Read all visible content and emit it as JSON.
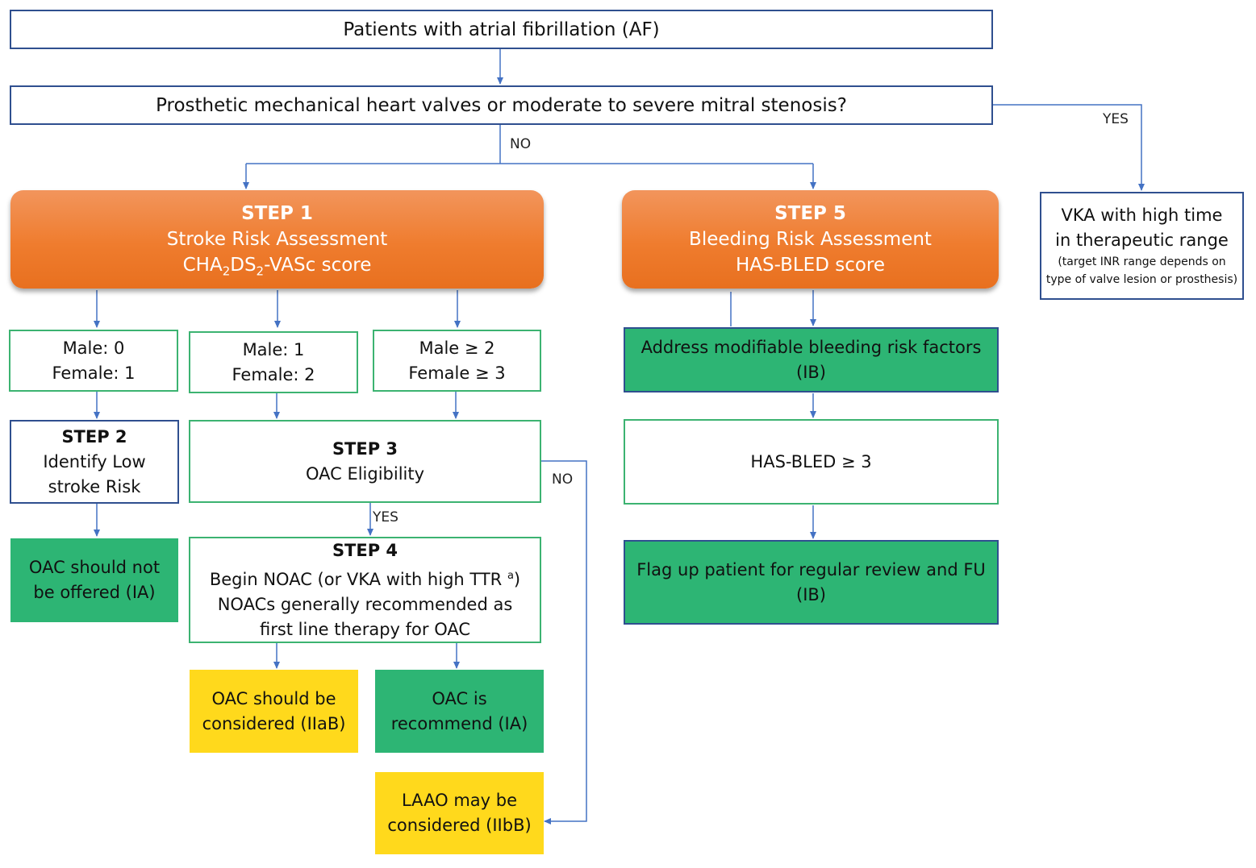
{
  "top": {
    "text": "Patients with atrial fibrillation (AF)"
  },
  "question": {
    "text": "Prosthetic mechanical heart valves or moderate to severe mitral stenosis?"
  },
  "labels": {
    "no_main": "NO",
    "yes_main": "YES",
    "no_step3": "NO",
    "yes_step3": "YES"
  },
  "vka": {
    "line1": "VKA with high time",
    "line2": "in therapeutic range",
    "note1": "(target INR range depends on",
    "note2": "type of valve lesion or prosthesis)"
  },
  "step1": {
    "title": "STEP 1",
    "line1": "Stroke Risk Assessment",
    "score_a": "CHA",
    "score_sub1": "2",
    "score_b": "DS",
    "score_sub2": "2",
    "score_c": "-VASc score"
  },
  "step5": {
    "title": "STEP 5",
    "line1": "Bleeding Risk Assessment",
    "line2": "HAS-BLED score"
  },
  "risk_low": {
    "line1": "Male: 0",
    "line2": "Female: 1"
  },
  "risk_mid": {
    "line1": "Male: 1",
    "line2": "Female: 2"
  },
  "risk_high": {
    "line1": "Male ≥ 2",
    "line2": "Female ≥ 3"
  },
  "step2": {
    "title": "STEP 2",
    "line1": "Identify Low",
    "line2": "stroke Risk"
  },
  "step3": {
    "title": "STEP 3",
    "line1": "OAC Eligibility"
  },
  "step4": {
    "title": "STEP 4",
    "line1": "Begin NOAC (or VKA with high TTR",
    "sup": "a",
    "line1_end": ")",
    "line2": "NOACs generally recommended  as",
    "line3": "first line therapy for OAC"
  },
  "oac_not": {
    "line1": "OAC should not",
    "line2": "be offered  (IA)"
  },
  "oac_consider": {
    "line1": "OAC should be",
    "line2": "considered (IIaB)"
  },
  "oac_recommend": {
    "line1": "OAC  is",
    "line2": "recommend (IA)"
  },
  "laao": {
    "line1": "LAAO may be",
    "line2": "considered (IIbB)"
  },
  "bleed_address": {
    "line1": "Address modifiable bleeding risk factors",
    "line2": "(IB)"
  },
  "hasbled": {
    "text": "HAS-BLED ≥ 3"
  },
  "flag": {
    "line1": "Flag up patient for regular review and FU",
    "line2": "(IB)"
  },
  "colors": {
    "orange": "#ef7c2e",
    "green": "#2db574",
    "yellow": "#ffd91c",
    "border_blue": "#2f4f8f",
    "arrow": "#4472c4"
  }
}
